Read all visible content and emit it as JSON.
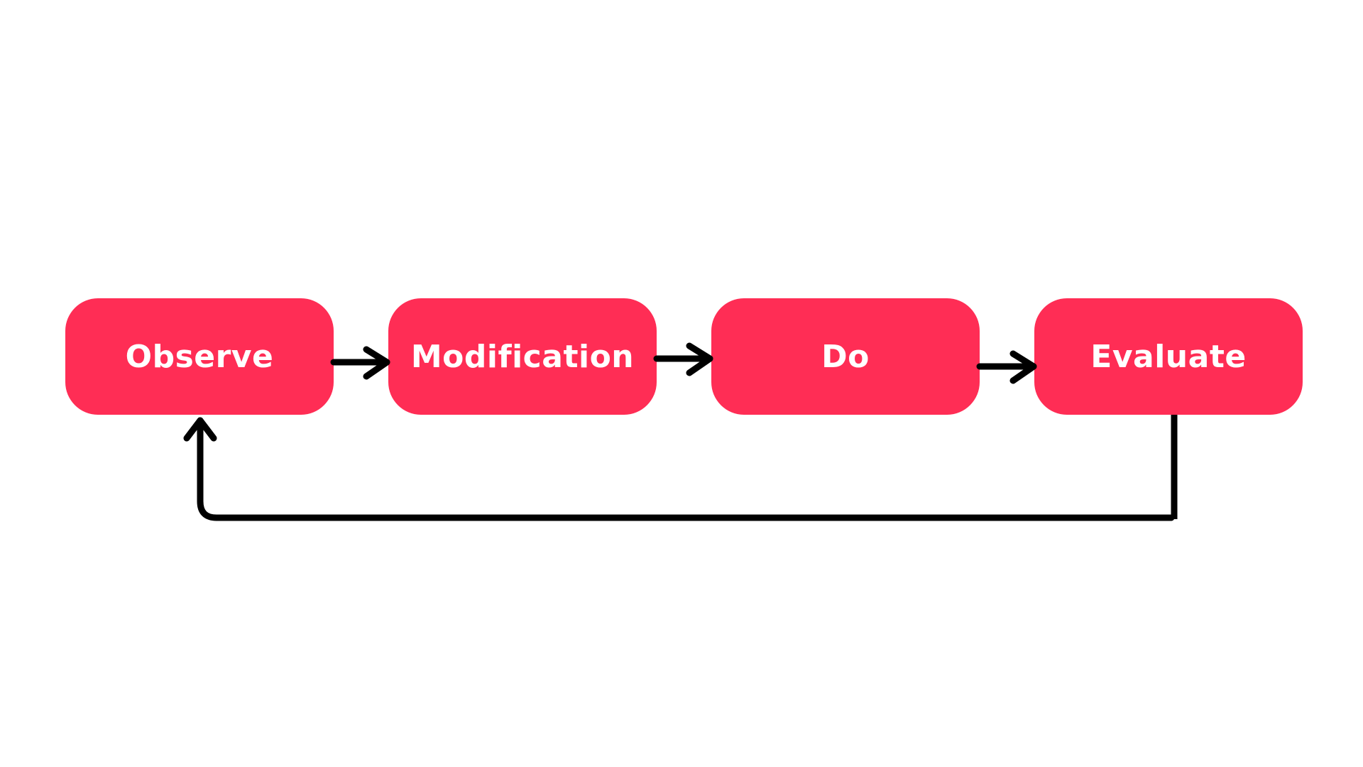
{
  "diagram": {
    "background": "#ffffff",
    "node_color": "#ff2d55",
    "node_text_color": "#ffffff",
    "connector_color": "#000000",
    "nodes": [
      {
        "id": "observe",
        "label": "Observe"
      },
      {
        "id": "modification",
        "label": "Modification"
      },
      {
        "id": "do",
        "label": "Do"
      },
      {
        "id": "evaluate",
        "label": "Evaluate"
      }
    ],
    "edges": [
      {
        "from": "observe",
        "to": "modification"
      },
      {
        "from": "modification",
        "to": "do"
      },
      {
        "from": "do",
        "to": "evaluate"
      },
      {
        "from": "evaluate",
        "to": "observe"
      }
    ]
  }
}
